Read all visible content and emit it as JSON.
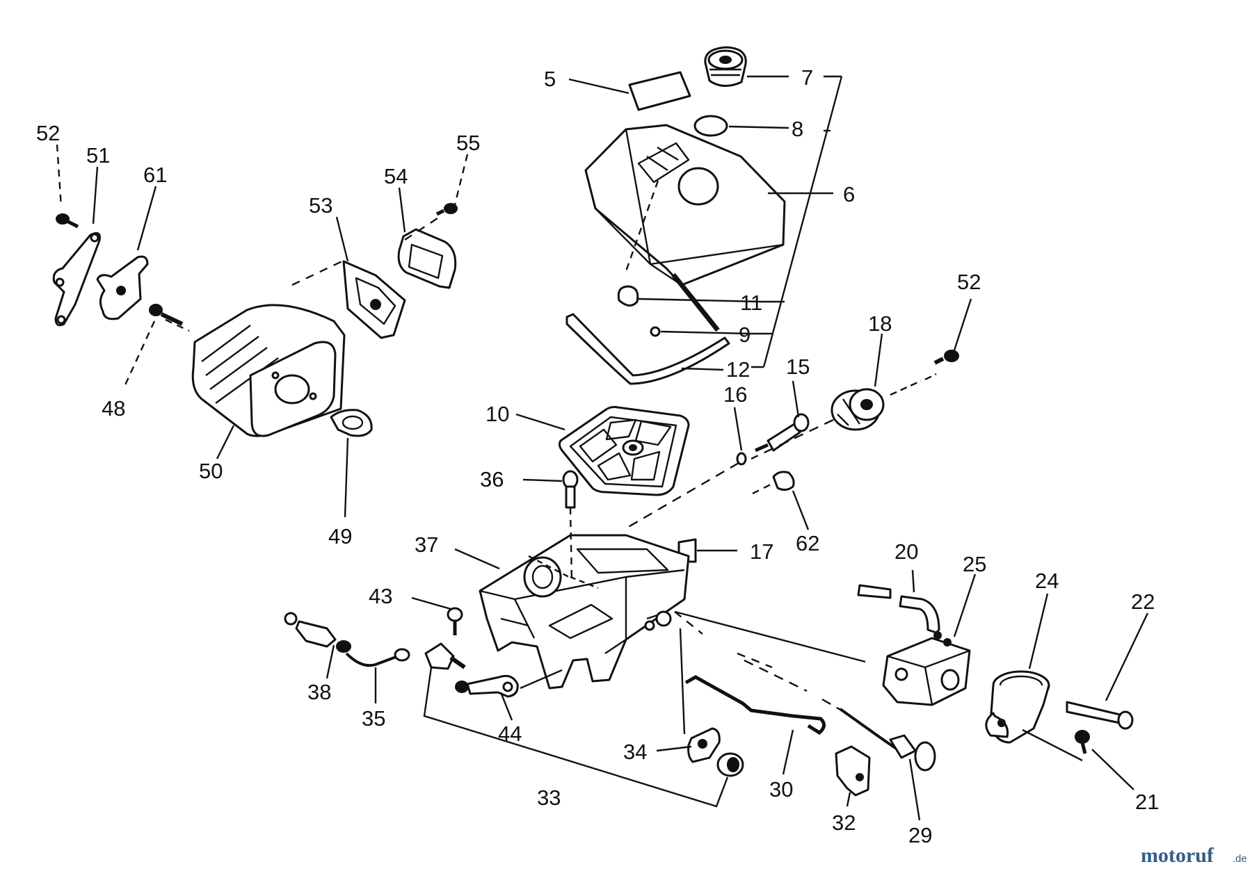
{
  "diagram": {
    "labels": [
      {
        "id": "p5",
        "text": "5"
      },
      {
        "id": "p7",
        "text": "7"
      },
      {
        "id": "p8",
        "text": "8"
      },
      {
        "id": "p6",
        "text": "6"
      },
      {
        "id": "p11",
        "text": "11"
      },
      {
        "id": "p9",
        "text": "9"
      },
      {
        "id": "p12",
        "text": "12"
      },
      {
        "id": "p52a",
        "text": "52"
      },
      {
        "id": "p51",
        "text": "51"
      },
      {
        "id": "p61",
        "text": "61"
      },
      {
        "id": "p55",
        "text": "55"
      },
      {
        "id": "p54",
        "text": "54"
      },
      {
        "id": "p53",
        "text": "53"
      },
      {
        "id": "p48",
        "text": "48"
      },
      {
        "id": "p50",
        "text": "50"
      },
      {
        "id": "p49",
        "text": "49"
      },
      {
        "id": "p52b",
        "text": "52"
      },
      {
        "id": "p18",
        "text": "18"
      },
      {
        "id": "p15",
        "text": "15"
      },
      {
        "id": "p16",
        "text": "16"
      },
      {
        "id": "p10",
        "text": "10"
      },
      {
        "id": "p36",
        "text": "36"
      },
      {
        "id": "p62",
        "text": "62"
      },
      {
        "id": "p37",
        "text": "37"
      },
      {
        "id": "p17",
        "text": "17"
      },
      {
        "id": "p20",
        "text": "20"
      },
      {
        "id": "p25",
        "text": "25"
      },
      {
        "id": "p24",
        "text": "24"
      },
      {
        "id": "p22",
        "text": "22"
      },
      {
        "id": "p43",
        "text": "43"
      },
      {
        "id": "p38",
        "text": "38"
      },
      {
        "id": "p35",
        "text": "35"
      },
      {
        "id": "p44",
        "text": "44"
      },
      {
        "id": "p34",
        "text": "34"
      },
      {
        "id": "p33",
        "text": "33"
      },
      {
        "id": "p30",
        "text": "30"
      },
      {
        "id": "p32",
        "text": "32"
      },
      {
        "id": "p29",
        "text": "29"
      },
      {
        "id": "p21",
        "text": "21"
      }
    ]
  },
  "watermark": {
    "brand": "motoruf",
    "suffix": ".de"
  }
}
